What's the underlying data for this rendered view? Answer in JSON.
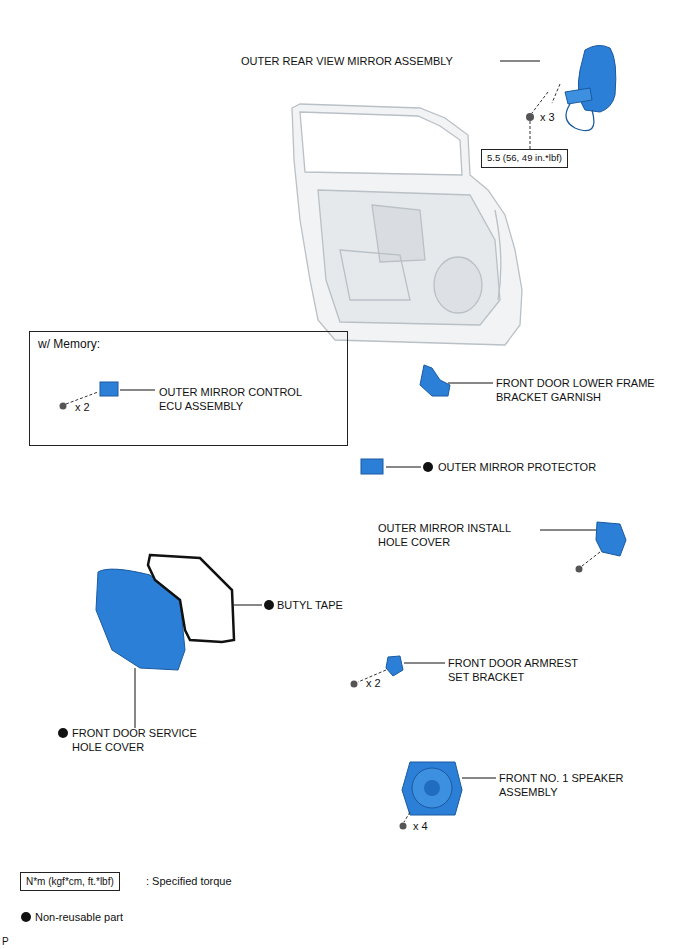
{
  "diagram": {
    "nodes": [
      {
        "text": [
          "5.5 (56, 49 in.*lbf)"
        ]
      },
      {
        "text": [
          "w/ Memory:",
          "OUTER MIRROR CONTROL ECU ASSEMBLY",
          "x 2"
        ]
      },
      {
        "text": [
          "N*m (kgf*cm, ft.*lbf)"
        ]
      }
    ],
    "edges": [],
    "labels": [
      "OUTER REAR VIEW MIRROR ASSEMBLY",
      "x 3",
      "FRONT DOOR LOWER FRAME BRACKET GARNISH",
      "OUTER MIRROR PROTECTOR",
      "OUTER MIRROR INSTALL HOLE COVER",
      "BUTYL TAPE",
      "FRONT DOOR ARMREST SET BRACKET",
      "x 2",
      "FRONT NO. 1 SPEAKER ASSEMBLY",
      "x 4",
      "FRONT DOOR SERVICE HOLE COVER",
      "P"
    ],
    "legend": [
      {
        "text": ": Specified torque"
      },
      {
        "text": "Non-reusable part"
      }
    ]
  }
}
